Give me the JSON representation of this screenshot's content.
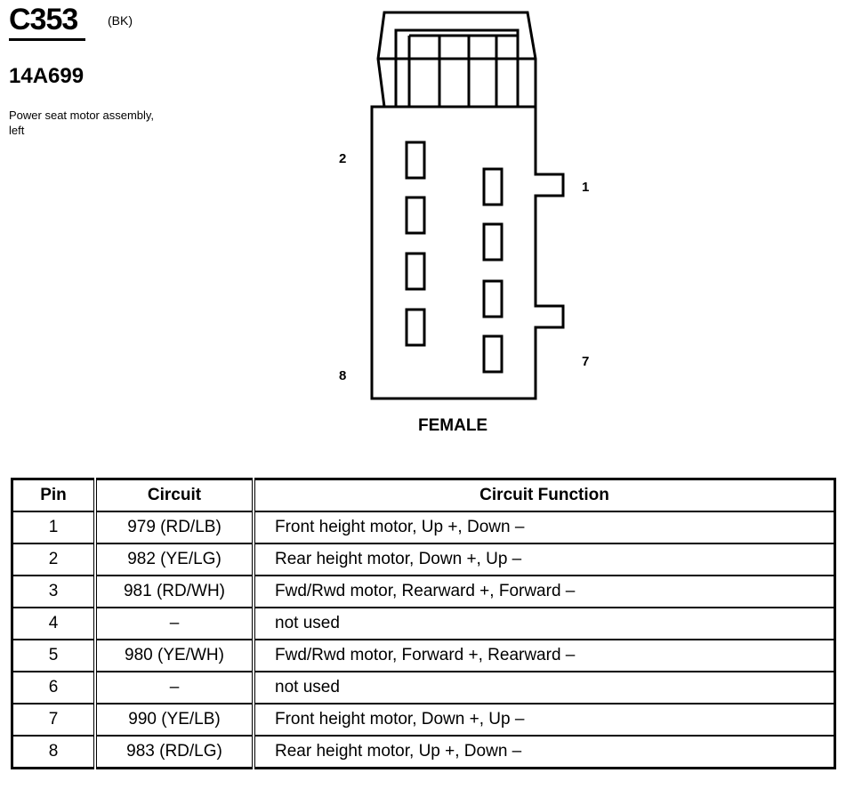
{
  "header": {
    "connector_id": "C353",
    "color_code": "(BK)",
    "part_number": "14A699",
    "description": "Power seat motor assembly, left"
  },
  "diagram": {
    "gender": "FEMALE",
    "pin_labels": {
      "top_left": "2",
      "top_right": "1",
      "bottom_left": "8",
      "bottom_right": "7"
    }
  },
  "table": {
    "headers": {
      "pin": "Pin",
      "circuit": "Circuit",
      "function": "Circuit Function"
    },
    "rows": [
      {
        "pin": "1",
        "circuit": "979 (RD/LB)",
        "function": "Front height motor, Up +, Down –"
      },
      {
        "pin": "2",
        "circuit": "982 (YE/LG)",
        "function": "Rear height motor, Down +, Up –"
      },
      {
        "pin": "3",
        "circuit": "981 (RD/WH)",
        "function": "Fwd/Rwd motor, Rearward +, Forward –"
      },
      {
        "pin": "4",
        "circuit": "–",
        "function": "not used"
      },
      {
        "pin": "5",
        "circuit": "980 (YE/WH)",
        "function": "Fwd/Rwd motor, Forward +, Rearward –"
      },
      {
        "pin": "6",
        "circuit": "–",
        "function": "not used"
      },
      {
        "pin": "7",
        "circuit": "990 (YE/LB)",
        "function": "Front height motor, Down +, Up –"
      },
      {
        "pin": "8",
        "circuit": "983 (RD/LG)",
        "function": "Rear height motor, Up +, Down –"
      }
    ]
  }
}
